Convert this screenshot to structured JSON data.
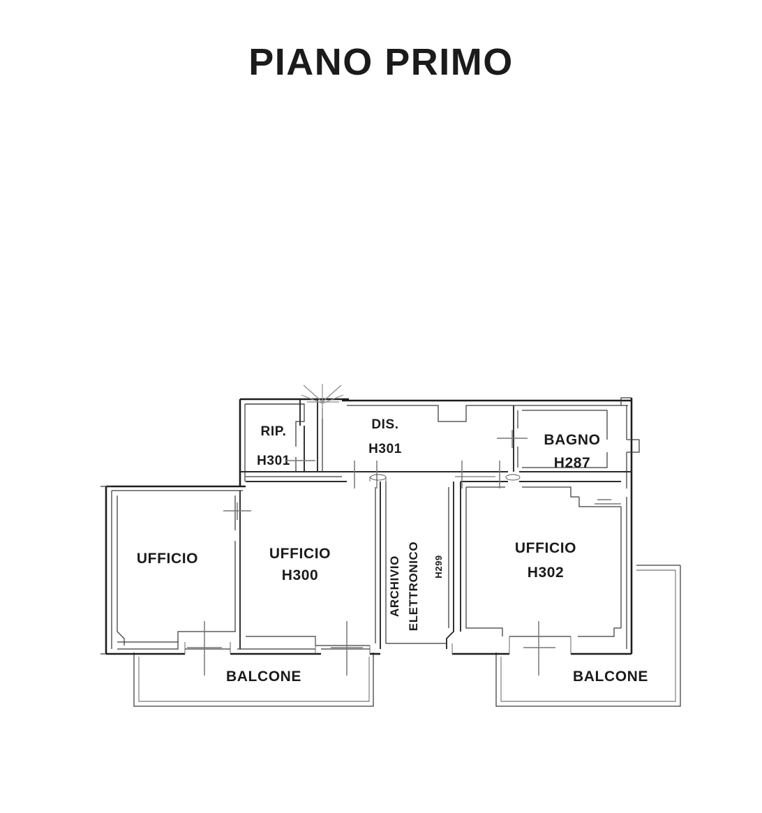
{
  "sheet": {
    "title": "PIANO PRIMO",
    "background_color": "#ffffff",
    "line_color": "#1d1d1d",
    "text_color": "#1a1a1a"
  },
  "rooms": [
    {
      "id": "ufficio-left",
      "name": "UFFICIO",
      "code": "",
      "orientation": "horizontal"
    },
    {
      "id": "ufficio-h300",
      "name": "UFFICIO",
      "code": "H300",
      "orientation": "horizontal"
    },
    {
      "id": "archivio-elettronico",
      "name_line1": "ARCHIVIO",
      "name_line2": "ELETTRONICO",
      "code": "H299",
      "orientation": "vertical"
    },
    {
      "id": "ufficio-h302",
      "name": "UFFICIO",
      "code": "H302",
      "orientation": "horizontal"
    },
    {
      "id": "ripostiglio",
      "name": "RIP.",
      "code": "H301",
      "orientation": "horizontal"
    },
    {
      "id": "disimpegno",
      "name": "DIS.",
      "code": "H301",
      "orientation": "horizontal"
    },
    {
      "id": "bagno",
      "name": "BAGNO",
      "code": "H287",
      "orientation": "horizontal"
    }
  ],
  "outdoor": [
    {
      "id": "balcone-left",
      "name": "BALCONE"
    },
    {
      "id": "balcone-right",
      "name": "BALCONE"
    }
  ],
  "symbols": {
    "entrance_door": "entrance-door-symbol",
    "window_mark": "window-crosshair-mark",
    "door_opening": "door-opening-mark"
  }
}
